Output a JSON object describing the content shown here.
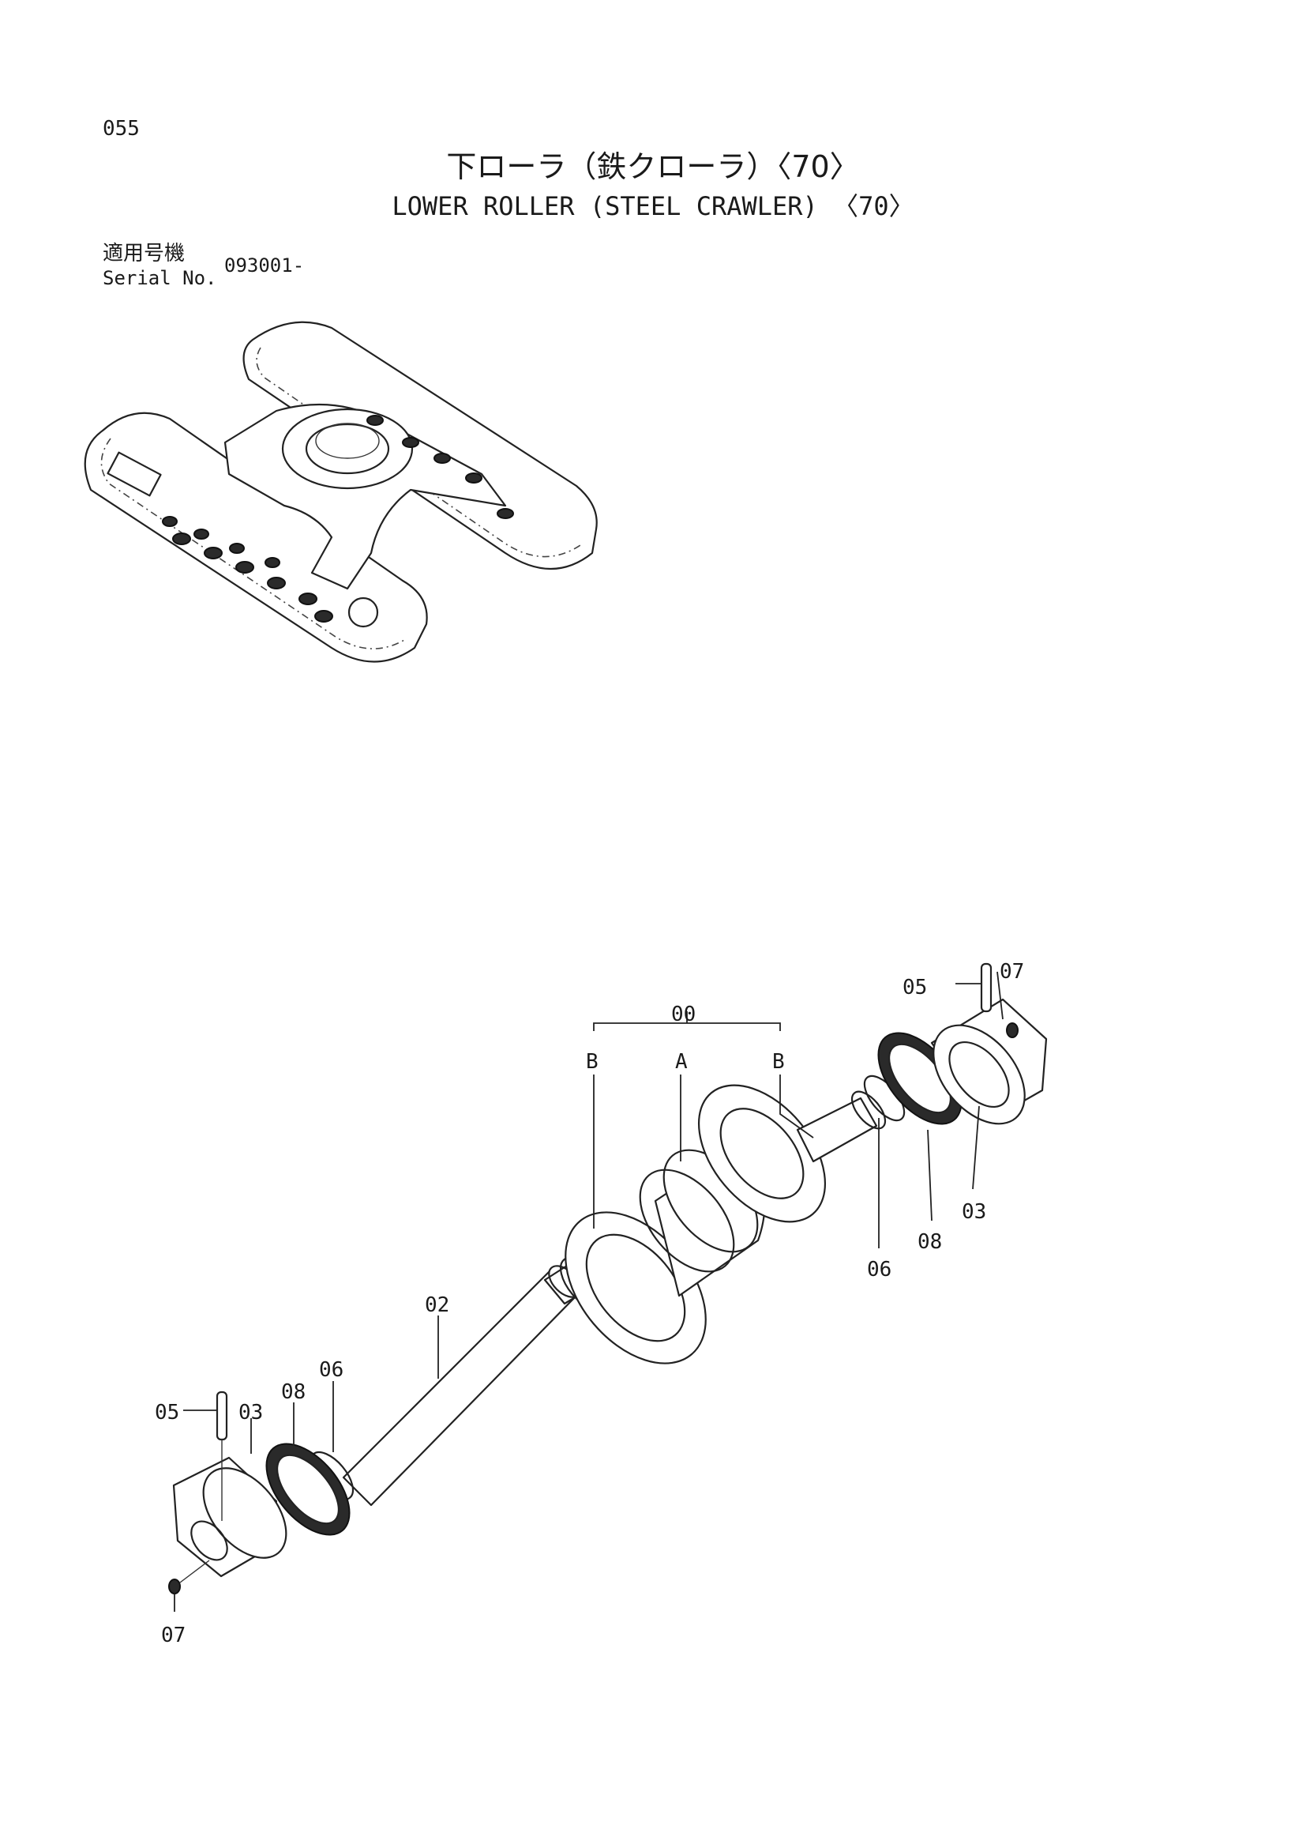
{
  "page": {
    "number": "055",
    "title_jp": "下ローラ（鉄クローラ）〈70〉",
    "title_en": "LOWER ROLLER (STEEL CRAWLER) 〈70〉",
    "serial_label_jp": "適用号機",
    "serial_label_en": "Serial No.",
    "serial_value": "093001-"
  },
  "callouts": {
    "assembly": "00",
    "a": "A",
    "b_left": "B",
    "b_right": "B",
    "shaft": "02",
    "collar_left": "03",
    "collar_right": "03",
    "pin_left": "05",
    "pin_right": "05",
    "oring_left": "06",
    "oring_right": "06",
    "plug_left": "07",
    "plug_right": "07",
    "seal_left": "08",
    "seal_right": "08"
  }
}
